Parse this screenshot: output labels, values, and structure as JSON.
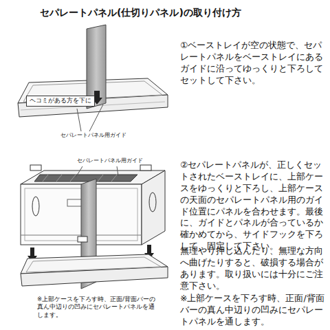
{
  "diagram": {
    "title": "セパレートパネル(仕切りパネル)の取り付け方",
    "nodes": [
      {
        "text": [
          "ヘコミがある方を下に"
        ]
      }
    ],
    "labels": [
      "①ベーストレイが空の状態で、セパレートパネルをベーストレイにあるガイドに沿ってゆっくりと下ろしてセットして下さい。",
      "セパレートパネル用ガイド",
      "セパレートパネル用ガイド",
      "②セパレートパネルが、正しくセットされたベーストレイに、上部ケースをゆっくりと下ろし、上部ケースの天面のセパレートパネル用のガイド位置にパネルを合わせます。最後に、ガイドとパネルが合っているか確かめてから、サイドフックを下ろして、固定して下さい。",
      "無理やり押し込んだり、無理な方向へ曲げたりすると、破損する場合があります。取り扱いには十分にご注意下さい。",
      "※上部ケースを下ろす時、正面/背面バーの真ん中辺りの凹みにセパレートパネルを通します。",
      "※上部ケースを下ろす時、正面/背面バーの真ん中辺りの凹みにセパレートパネルを通します。"
    ]
  }
}
